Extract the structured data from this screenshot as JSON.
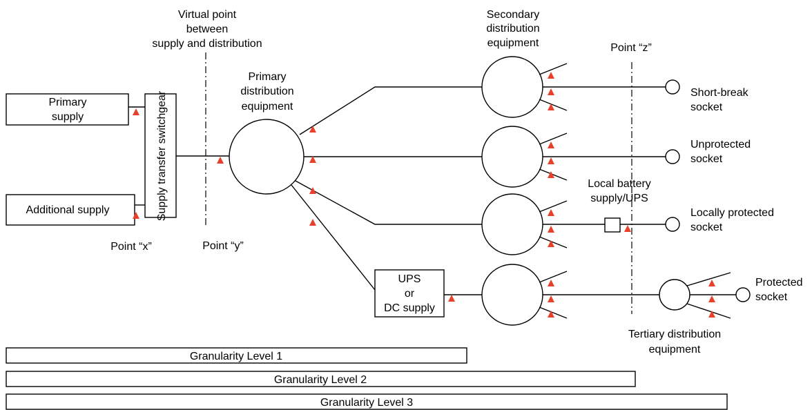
{
  "labels": {
    "virtual_point": [
      "Virtual point",
      "between",
      "supply and distribution"
    ],
    "primary_supply": [
      "Primary",
      "supply"
    ],
    "additional_supply": "Additional supply",
    "transfer_switchgear": "Supply transfer switchgear",
    "point_x": "Point “x”",
    "point_y": "Point “y”",
    "point_z": "Point “z”",
    "primary_distribution": [
      "Primary",
      "distribution",
      "equipment"
    ],
    "secondary_distribution": [
      "Secondary",
      "distribution",
      "equipment"
    ],
    "ups_dc": [
      "UPS",
      "or",
      "DC supply"
    ],
    "local_battery": [
      "Local battery",
      "supply/UPS"
    ],
    "tertiary_distribution": [
      "Tertiary distribution",
      "equipment"
    ],
    "sockets": {
      "short_break": [
        "Short-break",
        "socket"
      ],
      "unprotected": [
        "Unprotected",
        "socket"
      ],
      "locally_protected": [
        "Locally protected",
        "socket"
      ],
      "protected": [
        "Protected",
        "socket"
      ]
    }
  },
  "granularity": [
    "Granularity Level 1",
    "Granularity Level 2",
    "Granularity Level 3"
  ],
  "colors": {
    "measurement_marker": "#e8402a",
    "line": "#000000"
  }
}
